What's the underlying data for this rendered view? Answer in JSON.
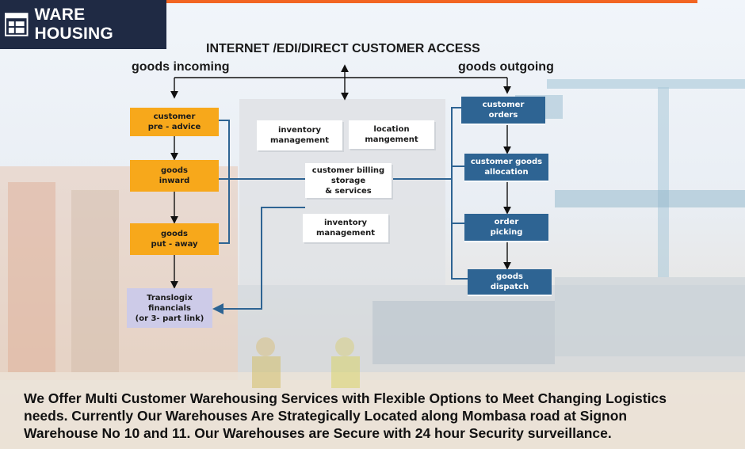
{
  "header": {
    "title": "WARE HOUSING"
  },
  "diagram": {
    "access_label": "INTERNET /EDI/DIRECT CUSTOMER ACCESS",
    "incoming_label": "goods incoming",
    "outgoing_label": "goods outgoing",
    "left": {
      "pre_advice": "customer\npre - advice",
      "inward": "goods\ninward",
      "put_away": "goods\nput - away",
      "financials": "Translogix\nfinancials\n(or 3- part link)"
    },
    "center": {
      "inventory_top": "inventory\nmanagement",
      "location": "location\nmangement",
      "billing": "customer billing\nstorage\n& services",
      "inventory_bottom": "inventory\nmanagement"
    },
    "right": {
      "orders": "customer\norders",
      "allocation": "customer goods\nallocation",
      "picking": "order\npicking",
      "dispatch": "goods\ndispatch"
    }
  },
  "footer": {
    "description": "We Offer Multi Customer Warehousing Services with Flexible Options to Meet Changing Logistics\n needs. Currently Our Warehouses Are Strategically Located along Mombasa road at Signon\nWarehouse No 10 and 11.  Our Warehouses are Secure with 24 hour Security surveillance."
  },
  "colors": {
    "accent": "#f26522",
    "orange": "#f7a81b",
    "blue": "#2e6493",
    "navy": "#1f2a44",
    "lavender": "#cdcbe8"
  }
}
